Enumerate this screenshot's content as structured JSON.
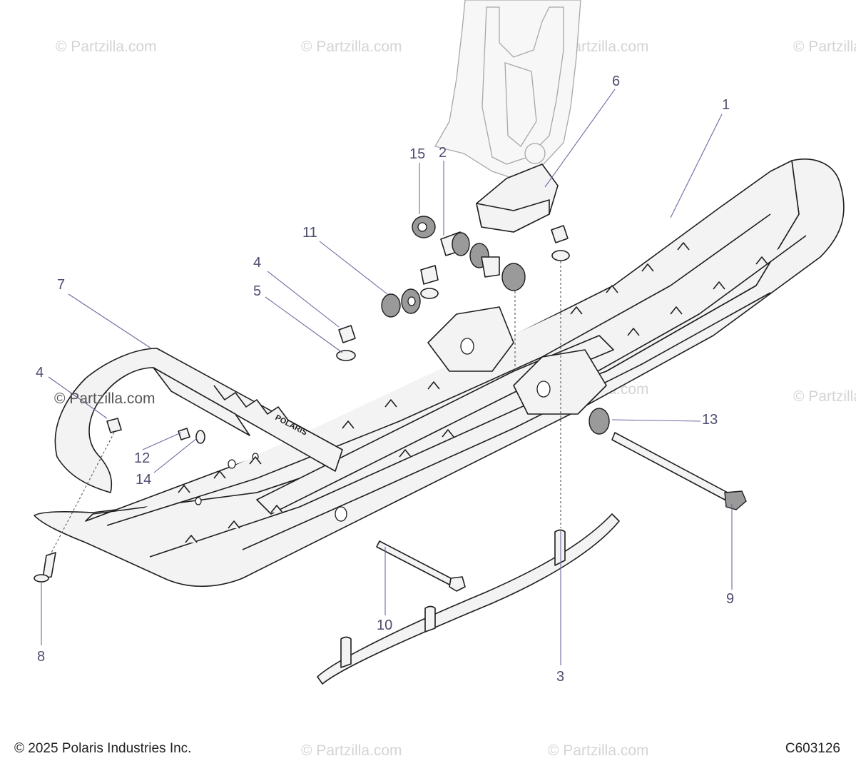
{
  "watermark": "© Partzilla.com",
  "callouts": [
    "1",
    "2",
    "3",
    "4",
    "4",
    "5",
    "6",
    "7",
    "8",
    "9",
    "10",
    "11",
    "12",
    "13",
    "14",
    "15"
  ],
  "footer": {
    "copyright": "© 2025 Polaris Industries Inc.",
    "diagram_id": "C603126"
  },
  "parts_text": {
    "brand_on_handle": "POLARIS"
  }
}
